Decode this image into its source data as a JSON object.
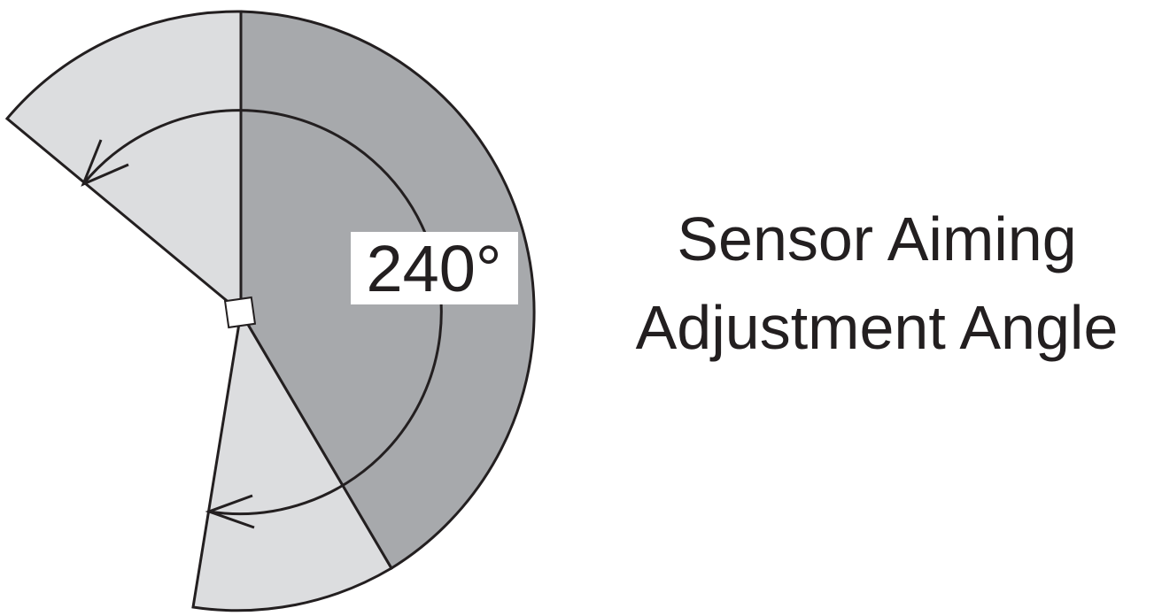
{
  "diagram": {
    "angle_label": "240°",
    "angle_degrees": 240,
    "caption_line1": "Sensor Aiming",
    "caption_line2": "Adjustment Angle",
    "colors": {
      "dark_sector": "#a7a9ac",
      "light_sector": "#dcdddf",
      "outline": "#231f20",
      "label_bg": "#ffffff"
    }
  }
}
